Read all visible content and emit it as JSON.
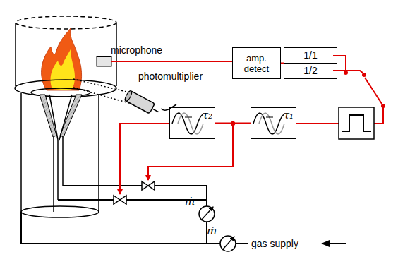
{
  "diagram": {
    "nodes": [
      {
        "text": [
          "microphone"
        ]
      },
      {
        "text": [
          "amp. detect"
        ]
      },
      {
        "text": [
          "1/1",
          "1/2"
        ]
      },
      {
        "text": [
          "τ₂"
        ]
      },
      {
        "text": [
          "τ₁"
        ]
      }
    ],
    "edges": [
      {
        "from": 0,
        "to": 1,
        "arrow": "none"
      },
      {
        "from": 1,
        "to": 2,
        "arrow": "none"
      },
      {
        "from": 4,
        "to": 3,
        "arrow": "none"
      }
    ],
    "labels": [
      "photomultiplier",
      "ṁ",
      "ṁ",
      "gas supply"
    ]
  }
}
